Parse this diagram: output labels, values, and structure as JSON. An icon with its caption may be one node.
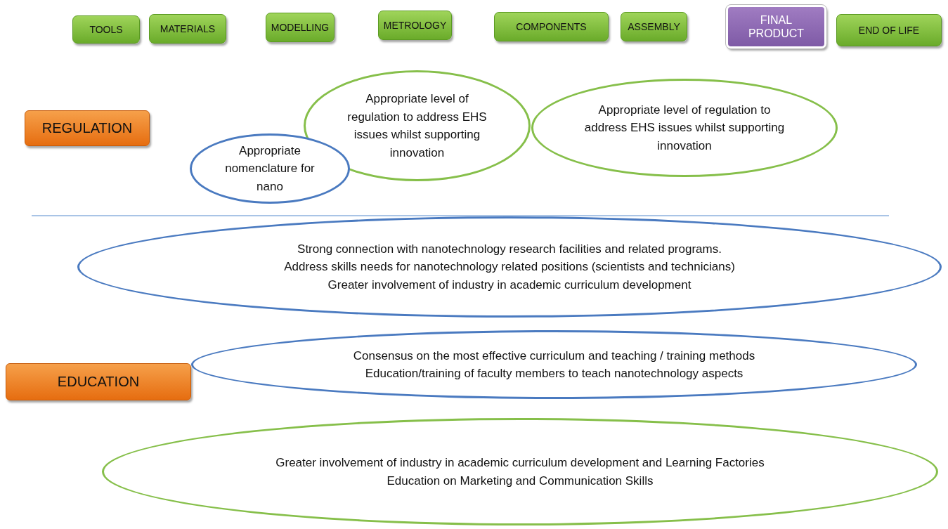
{
  "diagram": {
    "nodes": [
      {
        "text": [
          "TOOLS"
        ]
      },
      {
        "text": [
          "MATERIALS"
        ]
      },
      {
        "text": [
          "MODELLING"
        ]
      },
      {
        "text": [
          "METROLOGY"
        ]
      },
      {
        "text": [
          "COMPONENTS"
        ]
      },
      {
        "text": [
          "ASSEMBLY"
        ]
      },
      {
        "text": [
          "FINAL PRODUCT"
        ]
      },
      {
        "text": [
          "END OF LIFE"
        ]
      },
      {
        "text": [
          "REGULATION"
        ]
      },
      {
        "text": [
          "Appropriate level of regulation to address EHS issues whilst supporting innovation"
        ]
      },
      {
        "text": [
          "Appropriate level of regulation to address EHS issues whilst supporting innovation"
        ]
      },
      {
        "text": [
          "Appropriate nomenclature for nano"
        ]
      },
      {
        "text": [
          "Strong connection with nanotechnology research facilities and related programs.",
          "Address skills needs for nanotechnology related positions (scientists and technicians)",
          "Greater involvement of industry in academic curriculum development"
        ]
      },
      {
        "text": [
          "EDUCATION"
        ]
      },
      {
        "text": [
          "Consensus on the most effective curriculum and teaching / training methods",
          "Education/training of faculty members to teach nanotechnology aspects"
        ]
      },
      {
        "text": [
          "Greater involvement of industry in academic curriculum development  and Learning Factories",
          "Education on Marketing and Communication Skills"
        ]
      }
    ]
  }
}
